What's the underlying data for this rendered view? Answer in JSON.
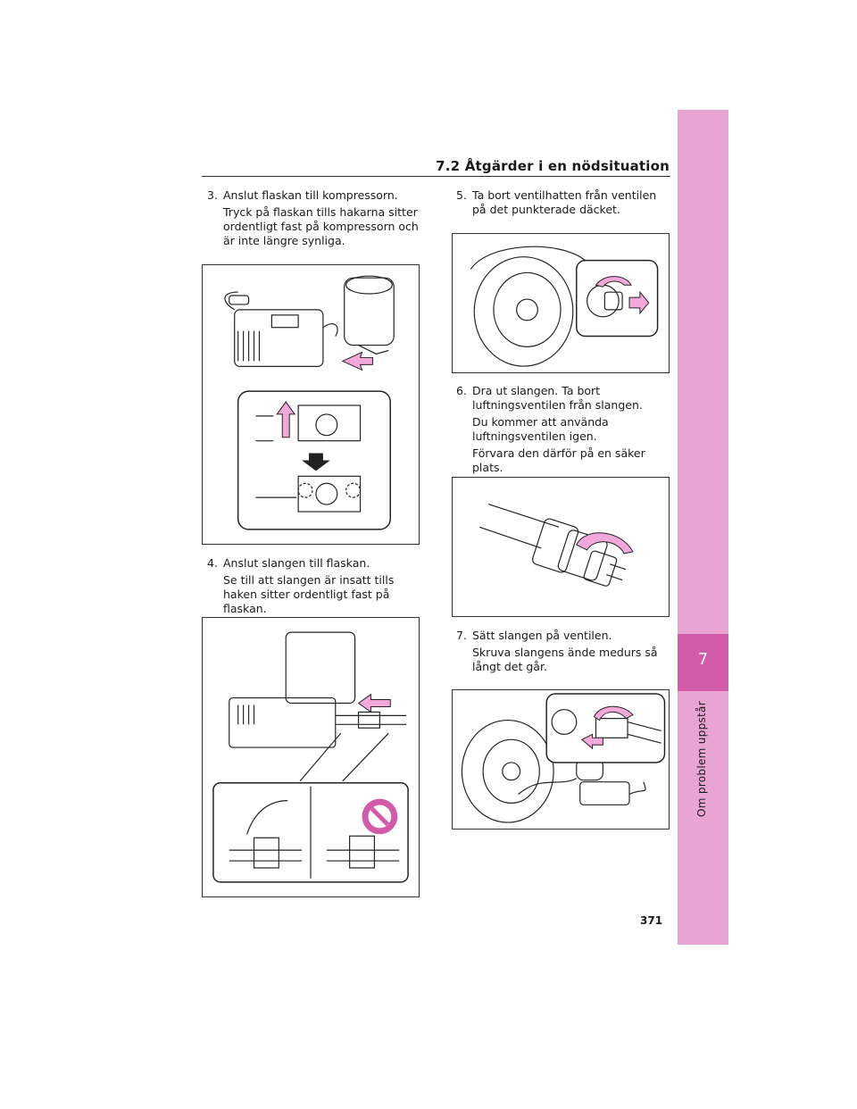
{
  "header": {
    "section_title": "7.2  Åtgärder i en nödsituation"
  },
  "side_tab": {
    "chapter_number": "7",
    "chapter_label": "Om problem uppstår"
  },
  "steps": {
    "s3": {
      "num": "3.",
      "title": "Anslut flaskan till kompressorn.",
      "body": "Tryck på flaskan tills hakarna sitter ordentligt fast på kompressorn och är inte längre synliga."
    },
    "s4": {
      "num": "4.",
      "title": "Anslut slangen till flaskan.",
      "body": "Se till att slangen är insatt tills haken sitter ordentligt fast på flaskan."
    },
    "s5": {
      "num": "5.",
      "title": "Ta bort ventilhatten från ventilen på det punkterade däcket."
    },
    "s6": {
      "num": "6.",
      "title": "Dra ut slangen. Ta bort luftningsventilen från slangen.",
      "body1": "Du kommer att använda luftningsventilen igen.",
      "body2": "Förvara den därför på en säker plats."
    },
    "s7": {
      "num": "7.",
      "title": "Sätt slangen på ventilen.",
      "body": "Skruva slangens ände medurs så långt det går."
    }
  },
  "page_number": "371",
  "colors": {
    "tab_light": "#e8a4d2",
    "tab_dark": "#d25aa8",
    "arrow_pink": "#f2a8d8"
  }
}
